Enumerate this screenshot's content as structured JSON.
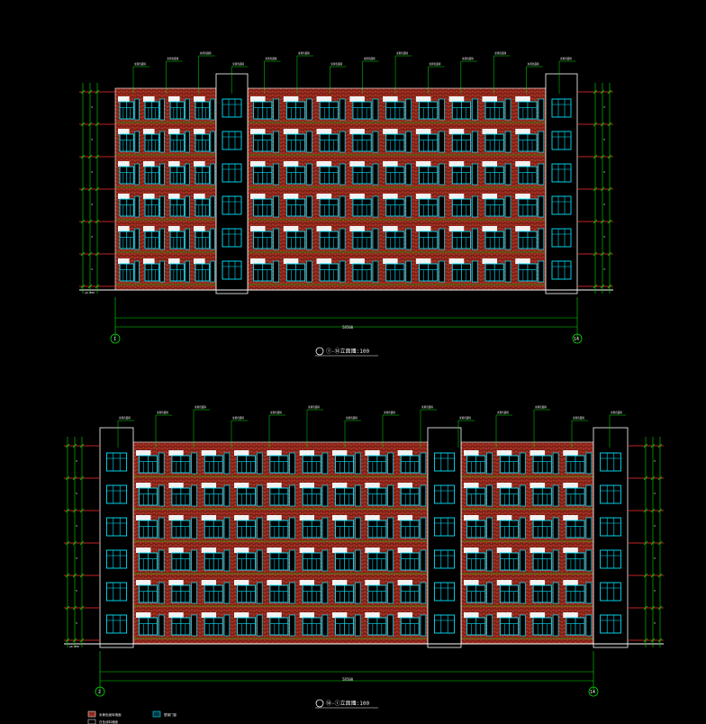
{
  "drawings": [
    {
      "title": "①-⑭立面图",
      "scale": "1:100",
      "axis_start": "1",
      "axis_end": "14",
      "overall_dim": "58500",
      "floors": 6
    },
    {
      "title": "⑭-①立面图",
      "scale": "1:100",
      "axis_start": "2",
      "axis_end": "14",
      "overall_dim": "58500",
      "floors": 6
    }
  ],
  "legend": [
    {
      "swatch": "brick-red",
      "label": "米黄色面砖墙面"
    },
    {
      "swatch": "cyan-window",
      "label": "塑钢门窗"
    },
    {
      "swatch": "white-wall",
      "label": "白色涂料墙面"
    }
  ],
  "colors": {
    "background": "#000000",
    "dimension_line": "#00e000",
    "elevation_line": "#ff3030",
    "window": "#00e5ff",
    "brick": "#b03a2e",
    "wall_outline": "#ffffff"
  },
  "labels": {
    "ground_mark": "±0.000",
    "floor_height": "3000",
    "annotation": "米黄色面砖"
  }
}
